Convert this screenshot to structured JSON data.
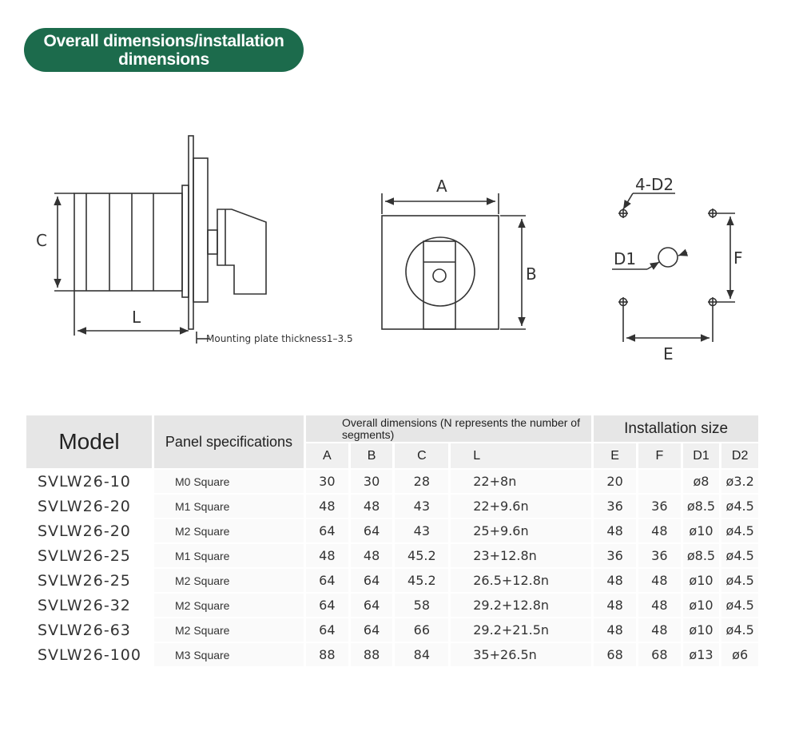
{
  "banner": {
    "title": "Overall dimensions/installation dimensions"
  },
  "drawing": {
    "side_labels": {
      "c": "C",
      "l": "L",
      "plate": "Mounting plate thickness1–3.5"
    },
    "front_labels": {
      "a": "A",
      "b": "B"
    },
    "mount_labels": {
      "d2": "4-D2",
      "d1": "D1",
      "f": "F",
      "e": "E"
    }
  },
  "table": {
    "header": {
      "model": "Model",
      "panel": "Panel specifications",
      "overall": "Overall dimensions (N represents the number of segments)",
      "install": "Installation size",
      "cols": [
        "A",
        "B",
        "C",
        "L",
        "E",
        "F",
        "D1",
        "D2"
      ]
    },
    "rows": [
      {
        "model": "SVLW26-10",
        "panel": "M0 Square",
        "a": "30",
        "b": "30",
        "c": "28",
        "l": "22+8n",
        "e": "20",
        "f": "",
        "d1": "ø8",
        "d2": "ø3.2"
      },
      {
        "model": "SVLW26-20",
        "panel": "M1 Square",
        "a": "48",
        "b": "48",
        "c": "43",
        "l": "22+9.6n",
        "e": "36",
        "f": "36",
        "d1": "ø8.5",
        "d2": "ø4.5"
      },
      {
        "model": "SVLW26-20",
        "panel": "M2 Square",
        "a": "64",
        "b": "64",
        "c": "43",
        "l": "25+9.6n",
        "e": "48",
        "f": "48",
        "d1": "ø10",
        "d2": "ø4.5"
      },
      {
        "model": "SVLW26-25",
        "panel": "M1 Square",
        "a": "48",
        "b": "48",
        "c": "45.2",
        "l": "23+12.8n",
        "e": "36",
        "f": "36",
        "d1": "ø8.5",
        "d2": "ø4.5"
      },
      {
        "model": "SVLW26-25",
        "panel": "M2 Square",
        "a": "64",
        "b": "64",
        "c": "45.2",
        "l": "26.5+12.8n",
        "e": "48",
        "f": "48",
        "d1": "ø10",
        "d2": "ø4.5"
      },
      {
        "model": "SVLW26-32",
        "panel": "M2 Square",
        "a": "64",
        "b": "64",
        "c": "58",
        "l": "29.2+12.8n",
        "e": "48",
        "f": "48",
        "d1": "ø10",
        "d2": "ø4.5"
      },
      {
        "model": "SVLW26-63",
        "panel": "M2 Square",
        "a": "64",
        "b": "64",
        "c": "66",
        "l": "29.2+21.5n",
        "e": "48",
        "f": "48",
        "d1": "ø10",
        "d2": "ø4.5"
      },
      {
        "model": "SVLW26-100",
        "panel": "M3 Square",
        "a": "88",
        "b": "88",
        "c": "84",
        "l": "35+26.5n",
        "e": "68",
        "f": "68",
        "d1": "ø13",
        "d2": "ø6"
      }
    ]
  }
}
